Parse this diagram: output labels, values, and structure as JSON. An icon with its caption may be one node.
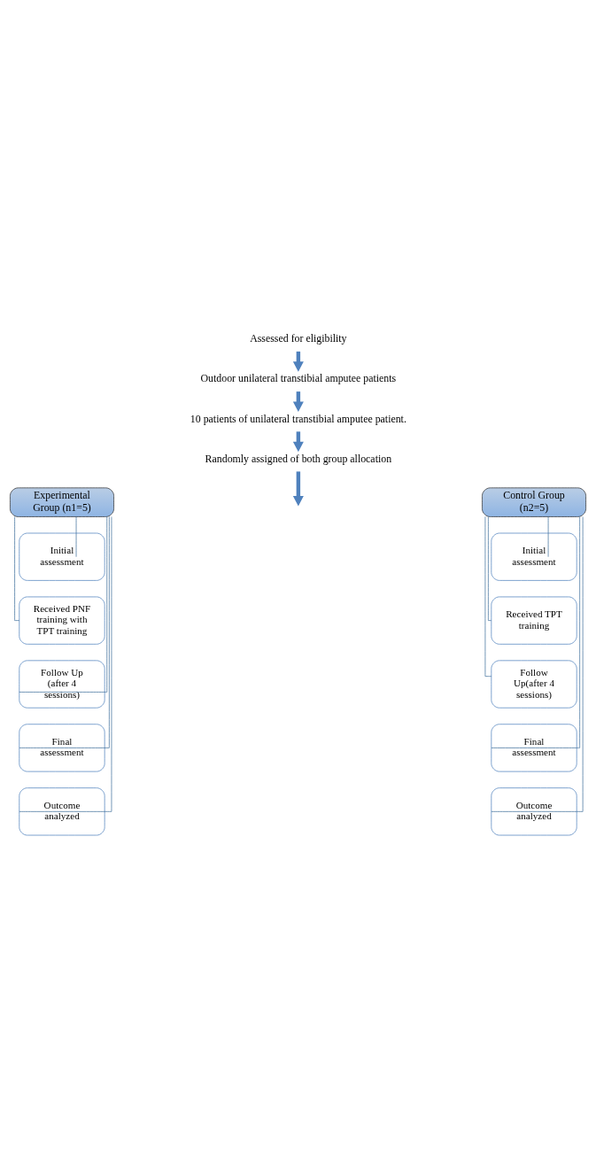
{
  "diagram": {
    "nodes": [
      {
        "text": [
          "Assessed for eligibility"
        ]
      },
      {
        "text": [
          "Outdoor unilateral transtibial amputee patients"
        ]
      },
      {
        "text": [
          "10 patients of unilateral transtibial amputee patient."
        ]
      },
      {
        "text": [
          "Randomly assigned of both group allocation"
        ]
      },
      {
        "text": [
          "Experimental Group (n1=5)"
        ]
      },
      {
        "text": [
          "Control Group (n2=5)"
        ]
      },
      {
        "text": [
          "Initial assessment"
        ]
      },
      {
        "text": [
          "Received PNF training with TPT training"
        ]
      },
      {
        "text": [
          "Follow Up (after 4 sessions)"
        ]
      },
      {
        "text": [
          "Final assessment"
        ]
      },
      {
        "text": [
          "Outcome analyzed"
        ]
      },
      {
        "text": [
          "Initial assessment"
        ]
      },
      {
        "text": [
          "Received TPT training"
        ]
      },
      {
        "text": [
          "Follow Up(after 4 sessions)"
        ]
      },
      {
        "text": [
          "Final assessment"
        ]
      },
      {
        "text": [
          "Outcome analyzed"
        ]
      }
    ],
    "edges": [
      {
        "from": 0,
        "to": 1,
        "arrow": "to",
        "style": "thick"
      },
      {
        "from": 1,
        "to": 2,
        "arrow": "to",
        "style": "thick"
      },
      {
        "from": 2,
        "to": 3,
        "arrow": "to",
        "style": "thick"
      },
      {
        "from": 3,
        "to": null,
        "arrow": "to",
        "style": "thick"
      },
      {
        "from": 4,
        "to": 6,
        "arrow": "none"
      },
      {
        "from": 4,
        "to": 7,
        "arrow": "none"
      },
      {
        "from": 4,
        "to": 8,
        "arrow": "none"
      },
      {
        "from": 4,
        "to": 9,
        "arrow": "none"
      },
      {
        "from": 4,
        "to": 10,
        "arrow": "none"
      },
      {
        "from": 5,
        "to": 11,
        "arrow": "none"
      },
      {
        "from": 5,
        "to": 12,
        "arrow": "none"
      },
      {
        "from": 5,
        "to": 13,
        "arrow": "none"
      },
      {
        "from": 5,
        "to": 14,
        "arrow": "none"
      },
      {
        "from": 5,
        "to": 15,
        "arrow": "none"
      }
    ]
  }
}
